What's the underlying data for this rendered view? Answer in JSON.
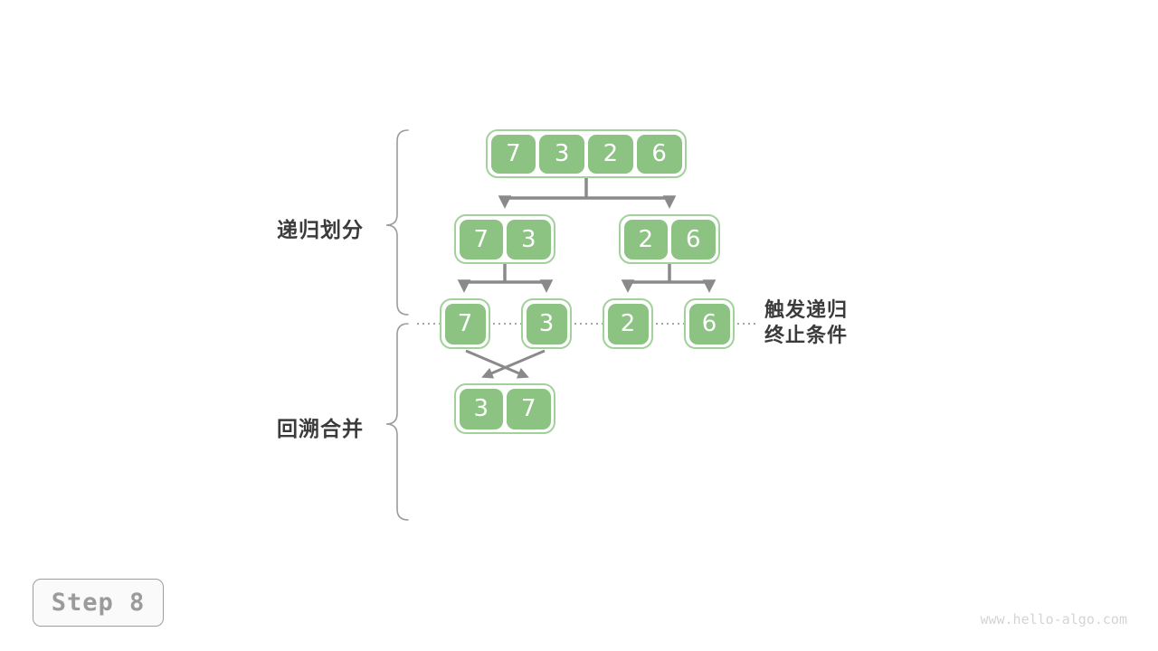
{
  "diagram": {
    "phase_labels": {
      "divide": "递归划分",
      "merge": "回溯合并"
    },
    "terminate_label": {
      "line1": "触发递归",
      "line2": "终止条件"
    },
    "nodes": {
      "root": {
        "cells": [
          "7",
          "3",
          "2",
          "6"
        ]
      },
      "level2_left": {
        "cells": [
          "7",
          "3"
        ]
      },
      "level2_right": {
        "cells": [
          "2",
          "6"
        ]
      },
      "single_7": {
        "cells": [
          "7"
        ]
      },
      "single_3": {
        "cells": [
          "3"
        ]
      },
      "single_2": {
        "cells": [
          "2"
        ]
      },
      "single_6": {
        "cells": [
          "6"
        ]
      },
      "merged": {
        "cells": [
          "3",
          "7"
        ]
      }
    }
  },
  "footer": {
    "step_label": "Step 8",
    "site": "www.hello-algo.com"
  },
  "colors": {
    "cell_green": "#8cc383",
    "node_ring_green": "#a2d19b",
    "arrow_gray": "#8a8a8a",
    "brace_gray": "#9b9b9b",
    "dotted_line_gray": "#999999",
    "label_dark": "#3b3b3b",
    "step_gray": "#9b9b9b",
    "site_gray": "#d4d4d4"
  }
}
